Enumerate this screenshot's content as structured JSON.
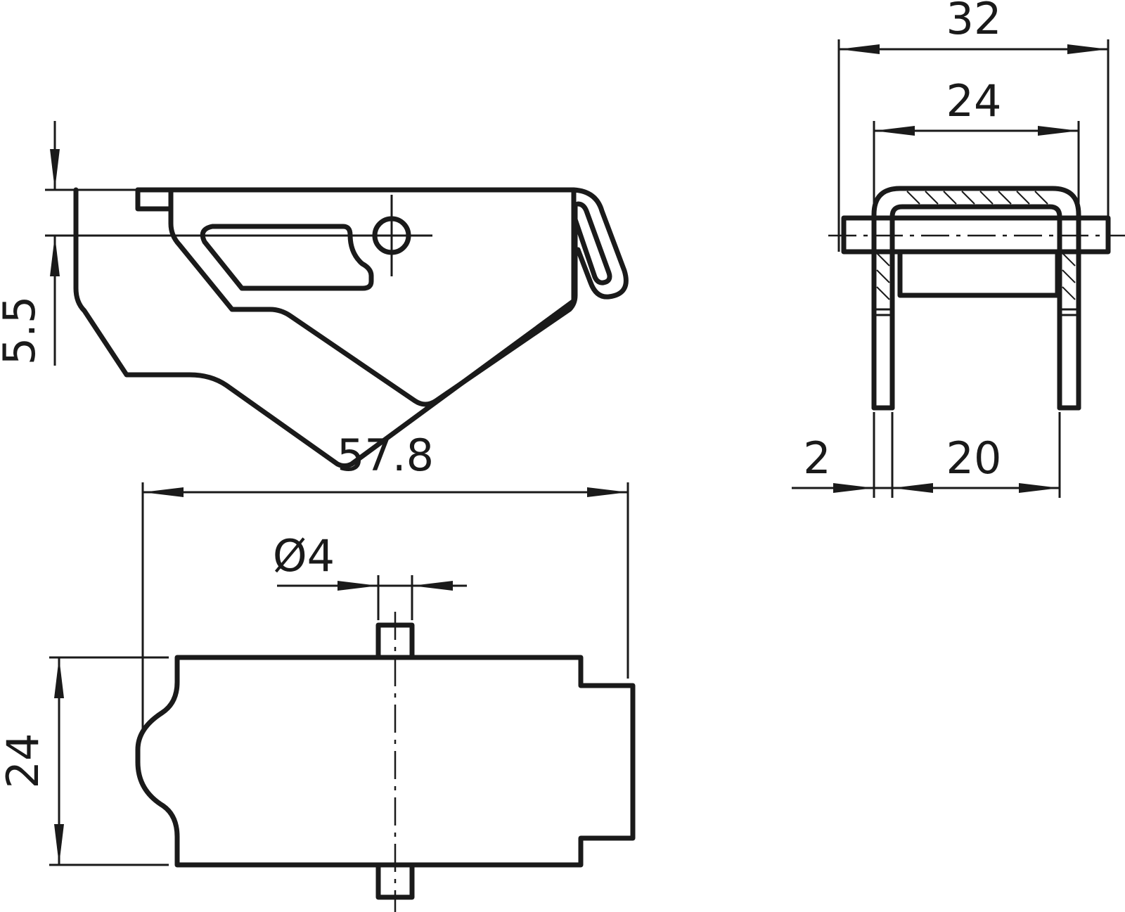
{
  "dimensions": {
    "side_height": "5.5",
    "front_width": "32",
    "front_inner_width": "24",
    "front_thickness": "2",
    "front_inner_gap": "20",
    "top_length": "57.8",
    "top_hole": "Ø4",
    "top_width": "24"
  },
  "colors": {
    "line": "#1a1a1a",
    "background": "#ffffff"
  }
}
